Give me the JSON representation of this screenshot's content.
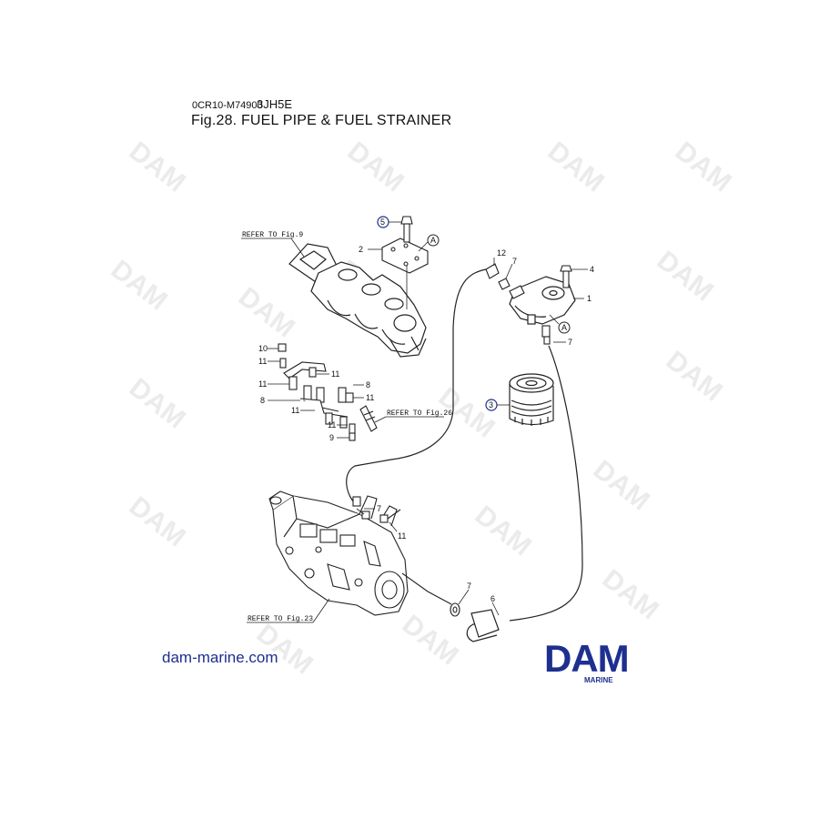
{
  "header": {
    "doc_code": "0CR10-M74900",
    "model": "3JH5E",
    "figure_title": "Fig.28.  FUEL PIPE & FUEL STRAINER"
  },
  "callouts": {
    "n1": "1",
    "n2": "2",
    "n3": "3",
    "n4": "4",
    "n5": "5",
    "n6": "6",
    "n7a": "7",
    "n7b": "7",
    "n7c": "7",
    "n7d": "7",
    "n8a": "8",
    "n8b": "8",
    "n9": "9",
    "n10": "10",
    "n11a": "11",
    "n11b": "11",
    "n11c": "11",
    "n11d": "11",
    "n11e": "11",
    "n11f": "11",
    "n11g": "11",
    "n12": "12",
    "markA1": "A",
    "markA2": "A"
  },
  "references": {
    "fig9": "REFER TO Fig.9",
    "fig26": "REFER TO Fig.26",
    "fig23": "REFER TO Fig.23"
  },
  "footer": {
    "website": "dam-marine.com",
    "brand": "DAM",
    "brand_sub": "MARINE"
  },
  "colors": {
    "brand_blue": "#1d2f8f",
    "line": "#222222",
    "watermark": "#ececec"
  }
}
